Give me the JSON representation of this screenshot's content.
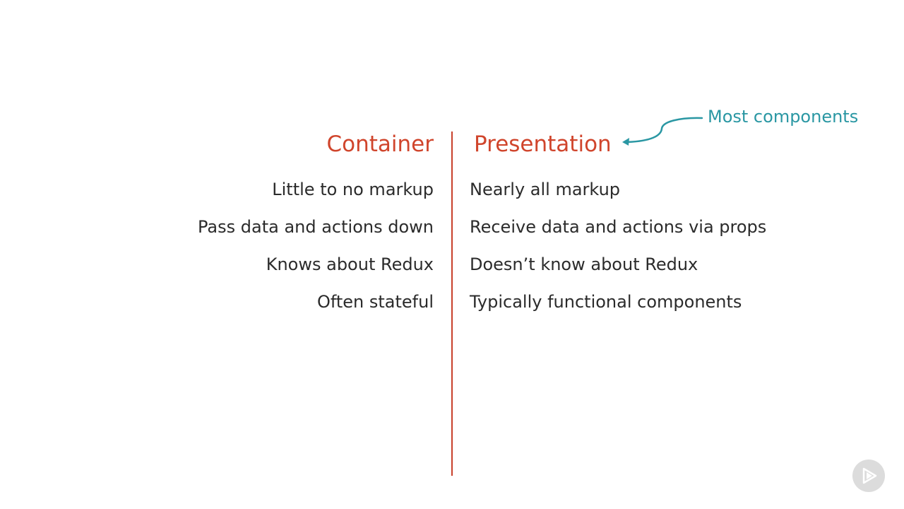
{
  "slide": {
    "left_heading": "Container",
    "right_heading": "Presentation",
    "annotation": "Most components",
    "left_items": [
      "Little to no markup",
      "Pass data and actions down",
      "Knows about Redux",
      "Often stateful"
    ],
    "right_items": [
      "Nearly all markup",
      "Receive data and actions via props",
      "Doesn’t know about Redux",
      "Typically functional components"
    ]
  },
  "colors": {
    "heading": "#d0452c",
    "divider": "#c8412b",
    "annotation": "#2a97a3",
    "body_text": "#2b2b2b"
  },
  "icons": {
    "arrow": "curved-arrow-icon",
    "player": "play-logo-icon"
  }
}
